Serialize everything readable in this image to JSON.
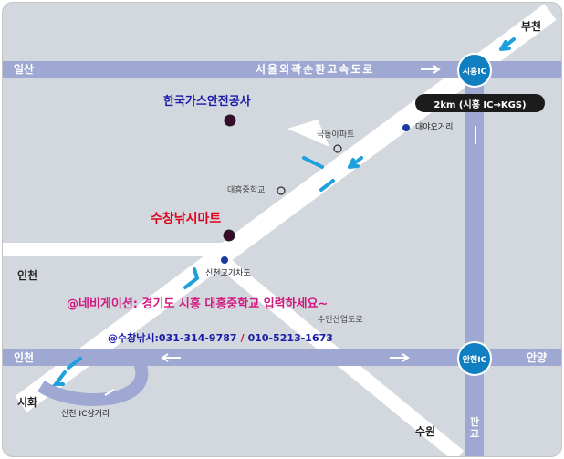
{
  "roads": {
    "expressway": "서울외곽순환고속도로",
    "suin": "수인산업도로",
    "pangyo": "판교"
  },
  "cities": {
    "ilsan": "일산",
    "bucheon": "부천",
    "incheon_top": "인천",
    "incheon_road": "인천",
    "siheung": "시화",
    "anyang": "안양",
    "suwon": "수원"
  },
  "interchanges": {
    "siheung_ic": "시흥IC",
    "anhyeon_ic": "안현IC"
  },
  "distance_note": "2km (시흥 IC→KGS)",
  "pois": {
    "kgs": "한국가스안전공사",
    "apartment": "극동아파트",
    "daeya": "대야오거리",
    "school": "대흥중학교",
    "shop": "수창낚시마트",
    "overpass": "신천고가차도",
    "junction": "신천 IC삼거리"
  },
  "navigation": "@네비게이션: 경기도 시흥 대흥중학교 입력하세요~",
  "contact": {
    "label": "@수창낚시",
    "phone1": ":031-314-9787",
    "separator": "/",
    "phone2": "010-5213-1673"
  },
  "colors": {
    "background": "#d3d8de",
    "road_white": "#ffffff",
    "expressway": "#9ea8d2",
    "arrow": "#1ea0dc",
    "ic_badge": "#0f7fc2",
    "shop_red": "#e0001b",
    "nav_pink": "#d0197f",
    "poi_blue": "#1a1aa6"
  }
}
